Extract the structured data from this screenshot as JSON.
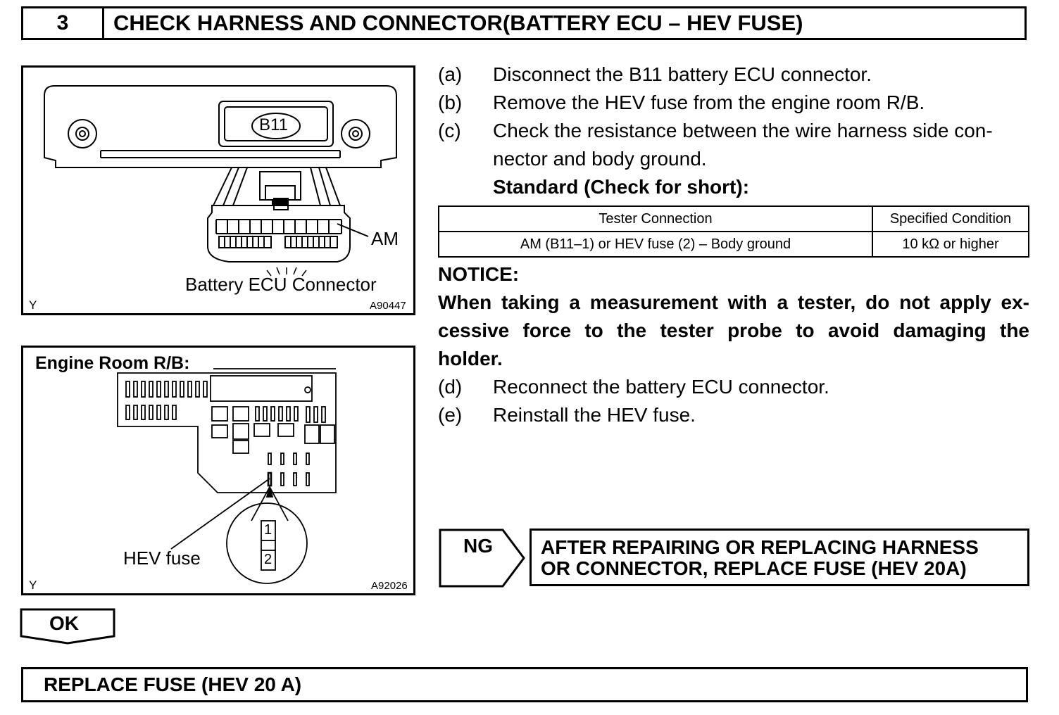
{
  "header": {
    "step_number": "3",
    "title": "CHECK HARNESS AND CONNECTOR(BATTERY ECU – HEV FUSE)"
  },
  "figure1": {
    "connector_code": "B11",
    "label_am": "AM",
    "caption": "Battery ECU Connector",
    "corner_letter": "Y",
    "figure_id": "A90447"
  },
  "figure2": {
    "title": "Engine Room R/B:",
    "fuse_label": "HEV fuse",
    "terminal_1": "1",
    "terminal_2": "2",
    "corner_letter": "Y",
    "figure_id": "A92026"
  },
  "steps": [
    {
      "label": "(a)",
      "text": "Disconnect the B11 battery ECU connector."
    },
    {
      "label": "(b)",
      "text": "Remove the HEV fuse from the engine room R/B."
    },
    {
      "label": "(c)",
      "text": "Check the resistance between the wire harness side con-",
      "text2": "nector and body ground."
    }
  ],
  "standard_label": "Standard (Check for short):",
  "table": {
    "headers": [
      "Tester Connection",
      "Specified Condition"
    ],
    "rows": [
      [
        "AM (B11–1) or HEV fuse (2) – Body ground",
        "10 kΩ or higher"
      ]
    ]
  },
  "notice": {
    "title": "NOTICE:",
    "line1": "When taking a measurement with a tester, do not apply ex-",
    "line2": "cessive force to the tester probe to avoid damaging the",
    "line3": "holder."
  },
  "steps_after": [
    {
      "label": "(d)",
      "text": "Reconnect the battery ECU connector."
    },
    {
      "label": "(e)",
      "text": "Reinstall the HEV fuse."
    }
  ],
  "ng": {
    "label": "NG",
    "line1": "AFTER REPAIRING OR REPLACING HARNESS",
    "line2": "OR CONNECTOR, REPLACE FUSE (HEV 20A)"
  },
  "ok": {
    "label": "OK"
  },
  "final": {
    "text": "REPLACE FUSE (HEV 20 A)"
  }
}
